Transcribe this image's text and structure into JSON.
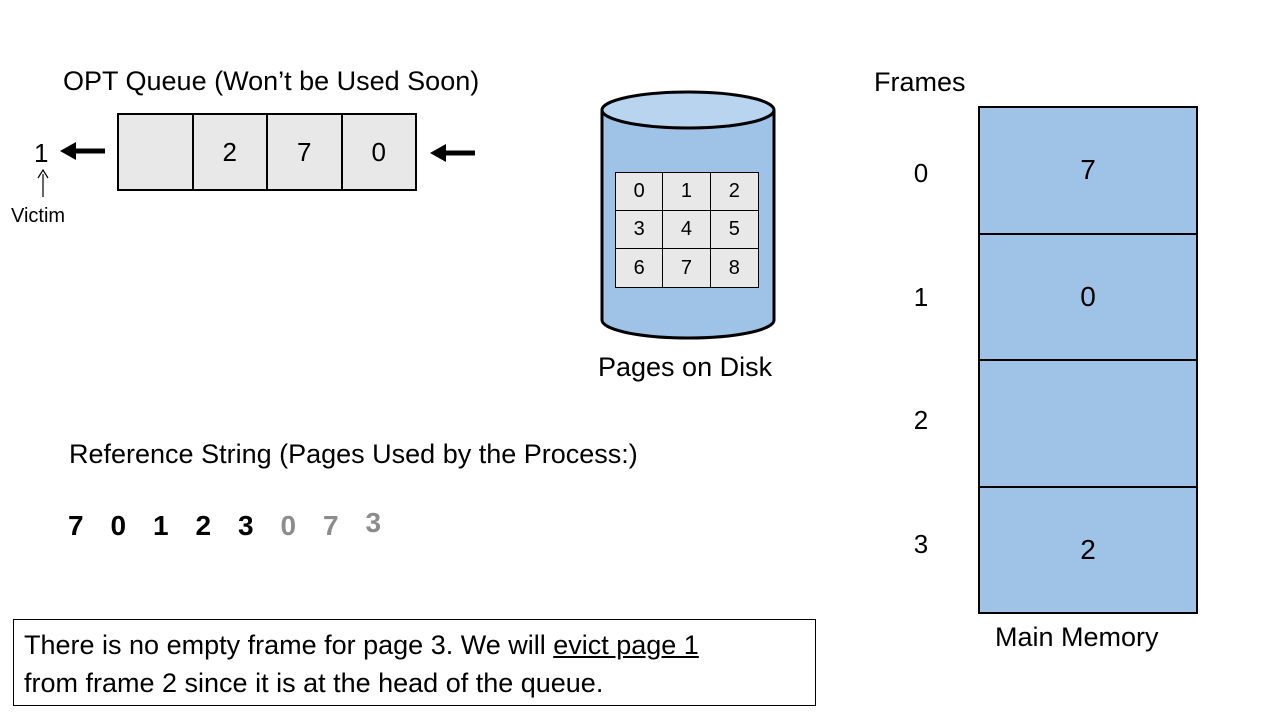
{
  "queue": {
    "title": "OPT Queue (Won’t be Used Soon)",
    "cells": [
      "",
      "2",
      "7",
      "0"
    ],
    "victim_value": "1",
    "victim_label": "Victim"
  },
  "disk": {
    "pages": [
      "0",
      "1",
      "2",
      "3",
      "4",
      "5",
      "6",
      "7",
      "8"
    ],
    "label": "Pages on Disk",
    "color": "#9fc3e7"
  },
  "memory": {
    "frames_title": "Frames",
    "frames": [
      {
        "index": "0",
        "page": "7"
      },
      {
        "index": "1",
        "page": "0"
      },
      {
        "index": "2",
        "page": ""
      },
      {
        "index": "3",
        "page": "2"
      }
    ],
    "label": "Main Memory",
    "color": "#9fc3e7"
  },
  "reference": {
    "title": "Reference String (Pages Used by the Process:)",
    "processed": [
      "7",
      "0",
      "1",
      "2",
      "3"
    ],
    "future": [
      "0",
      "7",
      "3"
    ]
  },
  "note": {
    "line1_prefix": "There is no empty frame for page 3. We will ",
    "line1_emphasis": "evict page 1",
    "line2": "from frame 2 since it is at the head of the queue."
  }
}
